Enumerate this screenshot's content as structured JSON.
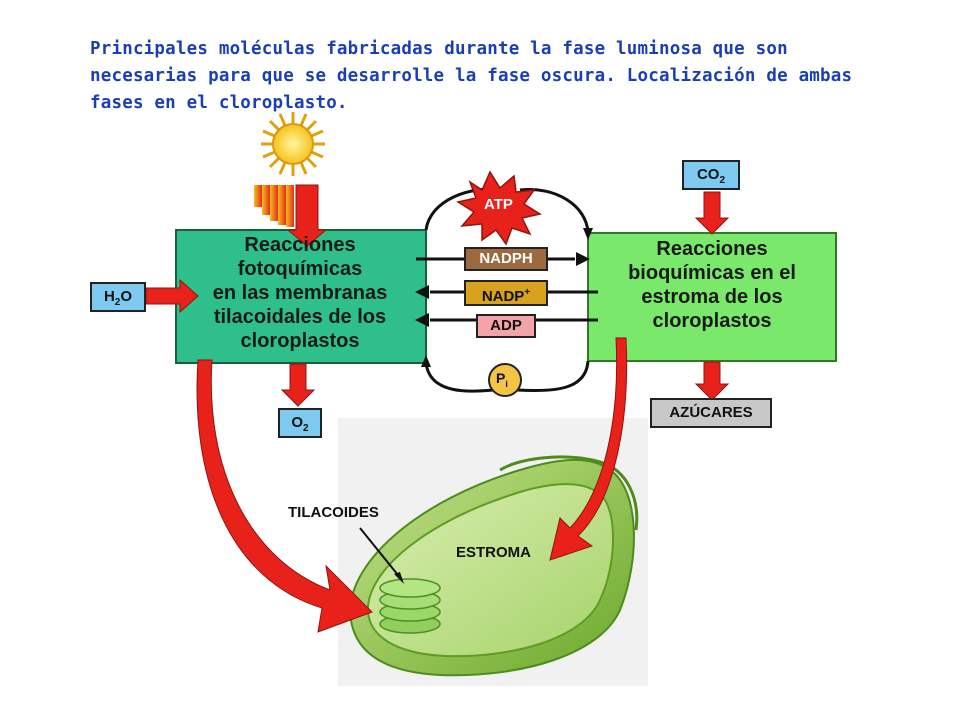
{
  "caption": "Principales moléculas fabricadas durante la fase luminosa que son necesarias para que se desarrolle la fase oscura. Localización de ambas fases en el cloroplasto.",
  "light_phase": {
    "lines": [
      "Reacciones",
      "fotoquímicas",
      "en las membranas",
      "tilacoidales de los",
      "cloroplastos"
    ]
  },
  "dark_phase": {
    "lines": [
      "Reacciones",
      "bioquímicas en el",
      "estroma de los",
      "cloroplastos"
    ]
  },
  "molecules": {
    "atp": "ATP",
    "nadph": "NADPH",
    "nadp_base": "NADP",
    "nadp_sup": "+",
    "adp": "ADP",
    "pi_base": "P",
    "pi_sub": "i"
  },
  "inputs_outputs": {
    "h2o_a": "H",
    "h2o_sub": "2",
    "h2o_b": "O",
    "o2_a": "O",
    "o2_sub": "2",
    "co2_a": "CO",
    "co2_sub": "2",
    "sugars": "AZÚCARES"
  },
  "chloroplast": {
    "thylakoids_label": "TILACOIDES",
    "stroma_label": "ESTROMA"
  },
  "colors": {
    "caption": "#1a3fb5",
    "light_box": "#2fbf8a",
    "dark_box": "#7ae86a",
    "arrow_red": "#e8211b",
    "nadph_tag": "#9b6a3e",
    "nadp_tag": "#d8a21e",
    "adp_tag": "#f3a4a8",
    "pi_tag": "#f3c542",
    "small_box": "#7ec9f0",
    "sugar_box": "#c8c8c8"
  }
}
